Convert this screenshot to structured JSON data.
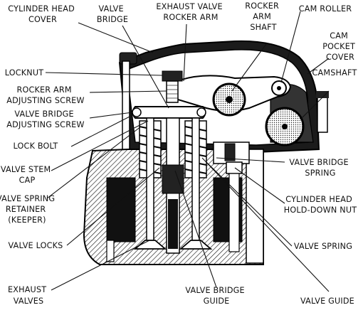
{
  "labels": {
    "cylinder_head_cover": [
      "CYLINDER HEAD",
      "COVER"
    ],
    "valve_bridge": [
      "VALVE",
      "BRIDGE"
    ],
    "exhaust_valve_rocker_arm": [
      "EXHAUST VALVE",
      "ROCKER ARM"
    ],
    "rocker_arm_shaft": [
      "ROCKER",
      "ARM",
      "SHAFT"
    ],
    "cam_roller": [
      "CAM ROLLER"
    ],
    "cam_pocket_cover": [
      "CAM",
      "POCKET",
      "COVER"
    ],
    "camshaft": [
      "CAMSHAFT"
    ],
    "locknut": [
      "LOCKNUT"
    ],
    "rocker_arm_adjusting_screw": [
      "ROCKER ARM",
      "ADJUSTING SCREW"
    ],
    "valve_bridge_adjusting_screw": [
      "VALVE BRIDGE",
      "ADJUSTING SCREW"
    ],
    "lock_bolt": [
      "LOCK BOLT"
    ],
    "valve_stem_cap": [
      "VALVE STEM",
      "CAP"
    ],
    "valve_spring_retainer": [
      "VALVE SPRING",
      "RETAINER",
      "(KEEPER)"
    ],
    "valve_locks": [
      "VALVE LOCKS"
    ],
    "exhaust_valves": [
      "EXHAUST",
      "VALVES"
    ],
    "valve_bridge_guide": [
      "VALVE BRIDGE",
      "GUIDE"
    ],
    "valve_guide": [
      "VALVE GUIDE"
    ],
    "valve_bridge_spring": [
      "VALVE BRIDGE",
      "SPRING"
    ],
    "cylinder_head_hold_down_nut": [
      "CYLINDER HEAD",
      "HOLD-DOWN NUT"
    ],
    "valve_spring": [
      "VALVE SPRING"
    ]
  },
  "colors": {
    "ink": "#111111",
    "paper": "#ffffff",
    "shade": "#8a8a8a"
  }
}
